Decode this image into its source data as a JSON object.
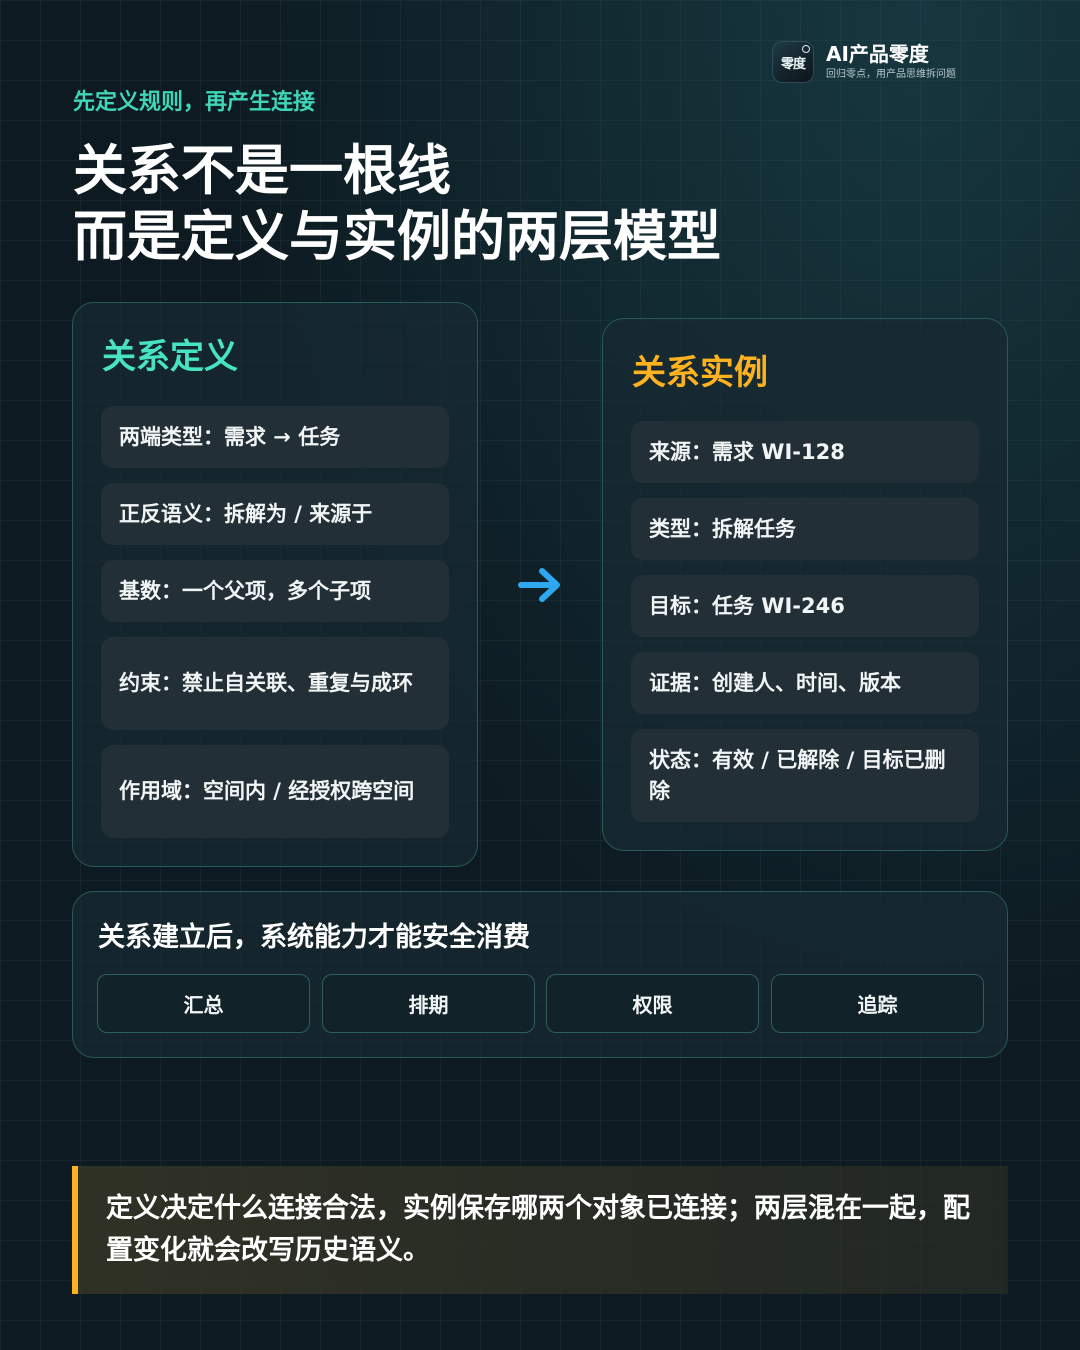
{
  "brand": {
    "logo_text": "零度",
    "name": "AI产品零度",
    "slogan": "回归零点，用产品思维拆问题"
  },
  "kicker": "先定义规则，再产生连接",
  "title": {
    "line1": "关系不是一根线",
    "line2": "而是定义与实例的两层模型"
  },
  "definition": {
    "heading": "关系定义",
    "items": [
      "两端类型：需求 → 任务",
      "正反语义：拆解为 / 来源于",
      "基数：一个父项，多个子项",
      "约束：禁止自关联、重复与成环",
      "作用域：空间内 / 经授权跨空间"
    ]
  },
  "arrow_icon": "arrow-right-icon",
  "instance": {
    "heading": "关系实例",
    "items": [
      "来源：需求 WI-128",
      "类型：拆解任务",
      "目标：任务 WI-246",
      "证据：创建人、时间、版本",
      "状态：有效 / 已解除 / 目标已删除"
    ]
  },
  "flow": {
    "heading": "关系建立后，系统能力才能安全消费",
    "pills": [
      "汇总",
      "排期",
      "权限",
      "追踪"
    ]
  },
  "callout": {
    "text": "定义决定什么连接合法，实例保存哪两个对象已连接；两层混在一起，配置变化就会改写历史语义。"
  },
  "colors": {
    "background": "#0d1a21",
    "definition_accent": "#47e3c2",
    "instance_accent": "#ffb21f",
    "kicker": "#3fd6b8",
    "arrow": "#2ea8f0",
    "callout_bar": "#ffb21f"
  }
}
